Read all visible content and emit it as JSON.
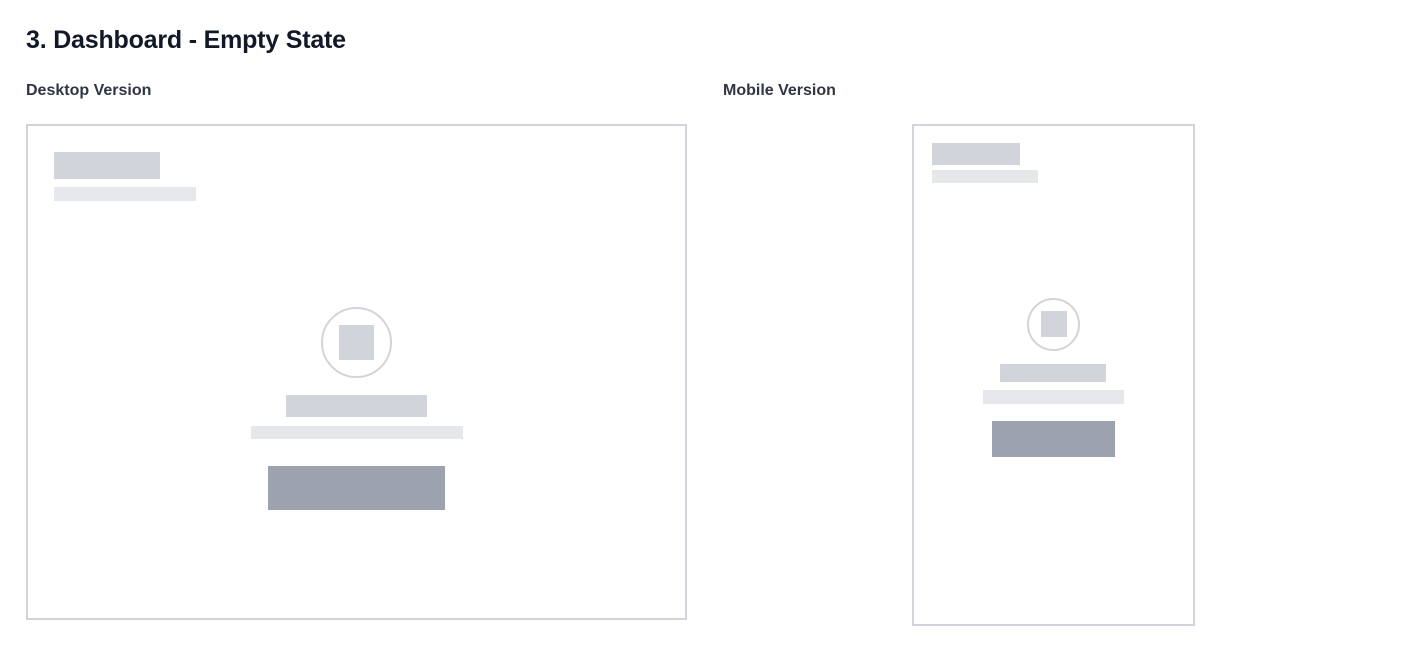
{
  "page": {
    "section_title": "3. Dashboard - Empty State"
  },
  "desktop": {
    "label": "Desktop Version",
    "placeholders": {
      "header_title": "title-placeholder",
      "header_subtitle": "subtitle-placeholder",
      "empty_icon": "empty-state-icon",
      "empty_title": "empty-title-placeholder",
      "empty_description": "empty-description-placeholder",
      "cta": "cta-button-placeholder"
    }
  },
  "mobile": {
    "label": "Mobile Version",
    "placeholders": {
      "header_title": "title-placeholder",
      "header_subtitle": "subtitle-placeholder",
      "empty_icon": "empty-state-icon",
      "empty_title": "empty-title-placeholder",
      "empty_description": "empty-description-placeholder",
      "cta": "cta-button-placeholder"
    }
  },
  "colors": {
    "frame_border": "#d1d5db",
    "placeholder_dark": "#d1d5db",
    "placeholder_light": "#e5e7eb",
    "button_placeholder": "#9ca3af",
    "title_text": "#111827",
    "label_text": "#2f3542"
  }
}
